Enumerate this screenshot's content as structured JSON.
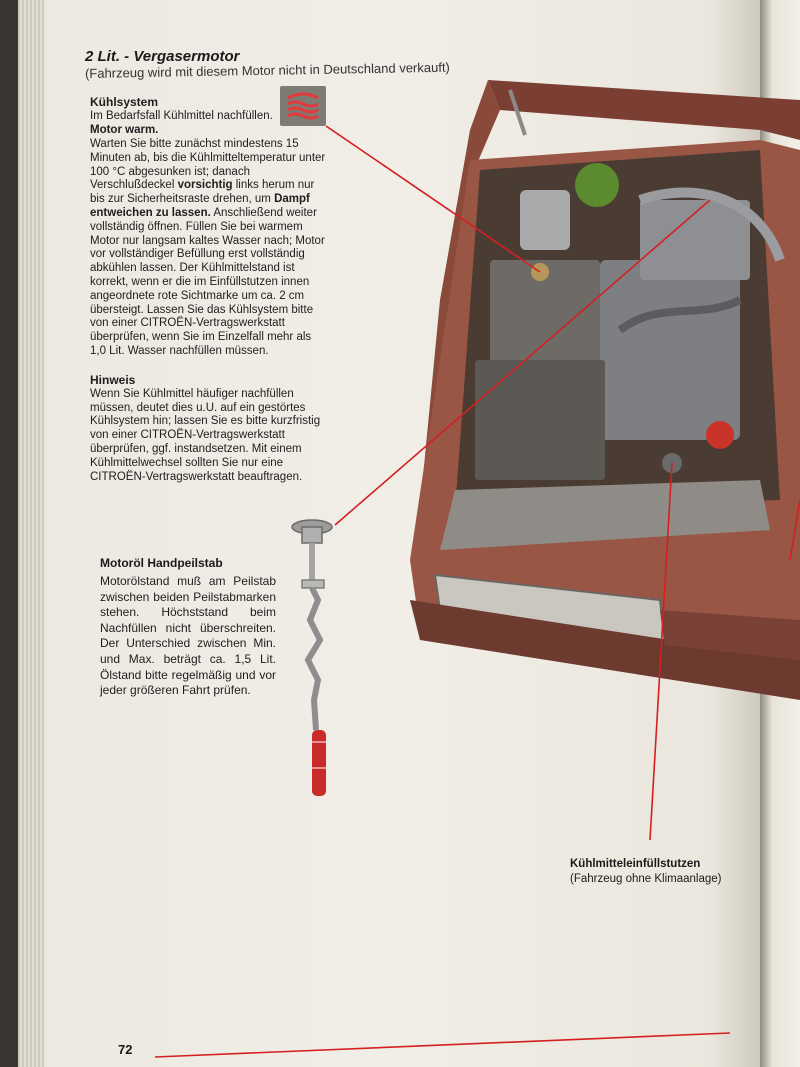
{
  "header": {
    "title": "2 Lit. - Vergasermotor",
    "subtitle": "(Fahrzeug wird mit diesem Motor nicht in Deutschland verkauft)"
  },
  "cooling": {
    "heading": "Kühlsystem",
    "intro_1": "Im Bedarfsfall Kühlmittel nachfüllen. ",
    "intro_bold": "Motor warm.",
    "p1": "Warten Sie bitte zunächst mindestens 15 Minuten ab, bis die Kühlmitteltemperatur unter 100 °C abgesunken ist; danach Verschlußdeckel ",
    "p1_bold": "vorsichtig",
    "p2": " links herum nur bis zur Sicherheitsraste drehen, um ",
    "p2_bold": "Dampf entweichen zu lassen.",
    "p3": " Anschließend weiter vollständig öffnen. Füllen Sie bei warmem Motor nur langsam kaltes Wasser nach; Motor vor vollständiger Befüllung erst vollständig abkühlen lassen. Der Kühlmittelstand ist korrekt, wenn er die im Einfüllstutzen innen angeordnete rote Sichtmarke um ca. 2 cm übersteigt. Lassen Sie das Kühlsystem bitte von einer CITROËN-Vertragswerkstatt überprüfen, wenn Sie im Einzelfall mehr als 1,0 Lit. Wasser nachfüllen müssen.",
    "note_heading": "Hinweis",
    "note_text": "Wenn Sie Kühlmittel häufiger nachfüllen müssen, deutet dies u.U. auf ein gestörtes Kühlsystem hin; lassen Sie es bitte kurzfristig von einer CITROËN-Vertragswerkstatt überprüfen, ggf. instandsetzen. Mit einem Kühlmittelwechsel sollten Sie nur eine CITROËN-Vertragswerkstatt beauftragen."
  },
  "dipstick": {
    "heading": "Motoröl Handpeilstab",
    "text": "Motorölstand muß am Peilstab zwischen beiden Peilstabmarken stehen. Höchststand beim Nachfüllen nicht überschreiten. Der Unterschied zwischen Min. und Max. beträgt ca. 1,5 Lit. Ölstand bitte regelmäßig und vor jeder größeren Fahrt prüfen."
  },
  "filler_neck": {
    "heading": "Kühlmitteleinfüllstutzen",
    "note": "(Fahrzeug ohne Klimaanlage)"
  },
  "footer": {
    "page_number": "72"
  },
  "icons": {
    "warning": "hot-coolant-warning-icon"
  },
  "colors": {
    "callout_line": "#d42020",
    "car_body": "#8a4a3a",
    "icon_bg": "#7e7a74",
    "icon_symbol": "#e23a3a",
    "page_bg": "#f1eee7"
  }
}
